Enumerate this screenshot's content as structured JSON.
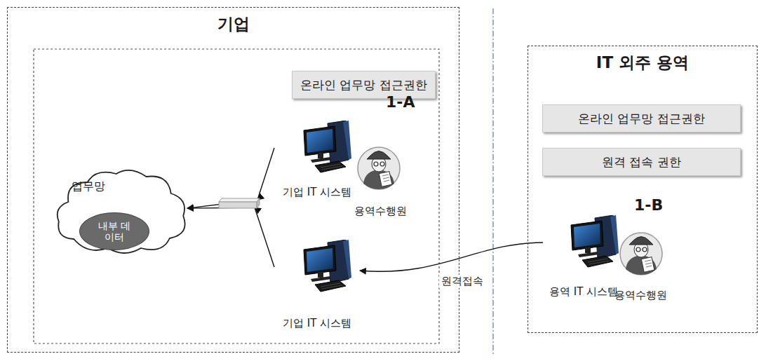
{
  "diagram": {
    "nodes": [
      {
        "text": [
          "기업"
        ]
      },
      {
        "text": [
          "온라인 업무망 접근권한"
        ],
        "in": 0
      },
      {
        "text": [
          "업무망"
        ],
        "in": 0
      },
      {
        "text": [
          "내부 데이터"
        ],
        "in": 2
      },
      {
        "text": [
          "기업 IT 시스템"
        ],
        "in": 0
      },
      {
        "text": [
          "기업 IT 시스템"
        ],
        "in": 0
      },
      {
        "text": [
          "IT 외주 용역"
        ]
      },
      {
        "text": [
          "온라인 업무망 접근권한"
        ],
        "in": 6
      },
      {
        "text": [
          "원격 접속 권한"
        ],
        "in": 6
      },
      {
        "text": [
          "용역 IT 시스템"
        ],
        "in": 6
      }
    ],
    "edges": [
      {
        "from": 4,
        "to": 2,
        "arrow": "to"
      },
      {
        "from": 5,
        "to": 2,
        "arrow": "to"
      },
      {
        "from": 9,
        "to": 5,
        "label": "원격접속",
        "arrow": "to"
      }
    ],
    "labels": [
      "1-A",
      "용역수행원",
      "1-B",
      "용역수행원"
    ]
  }
}
